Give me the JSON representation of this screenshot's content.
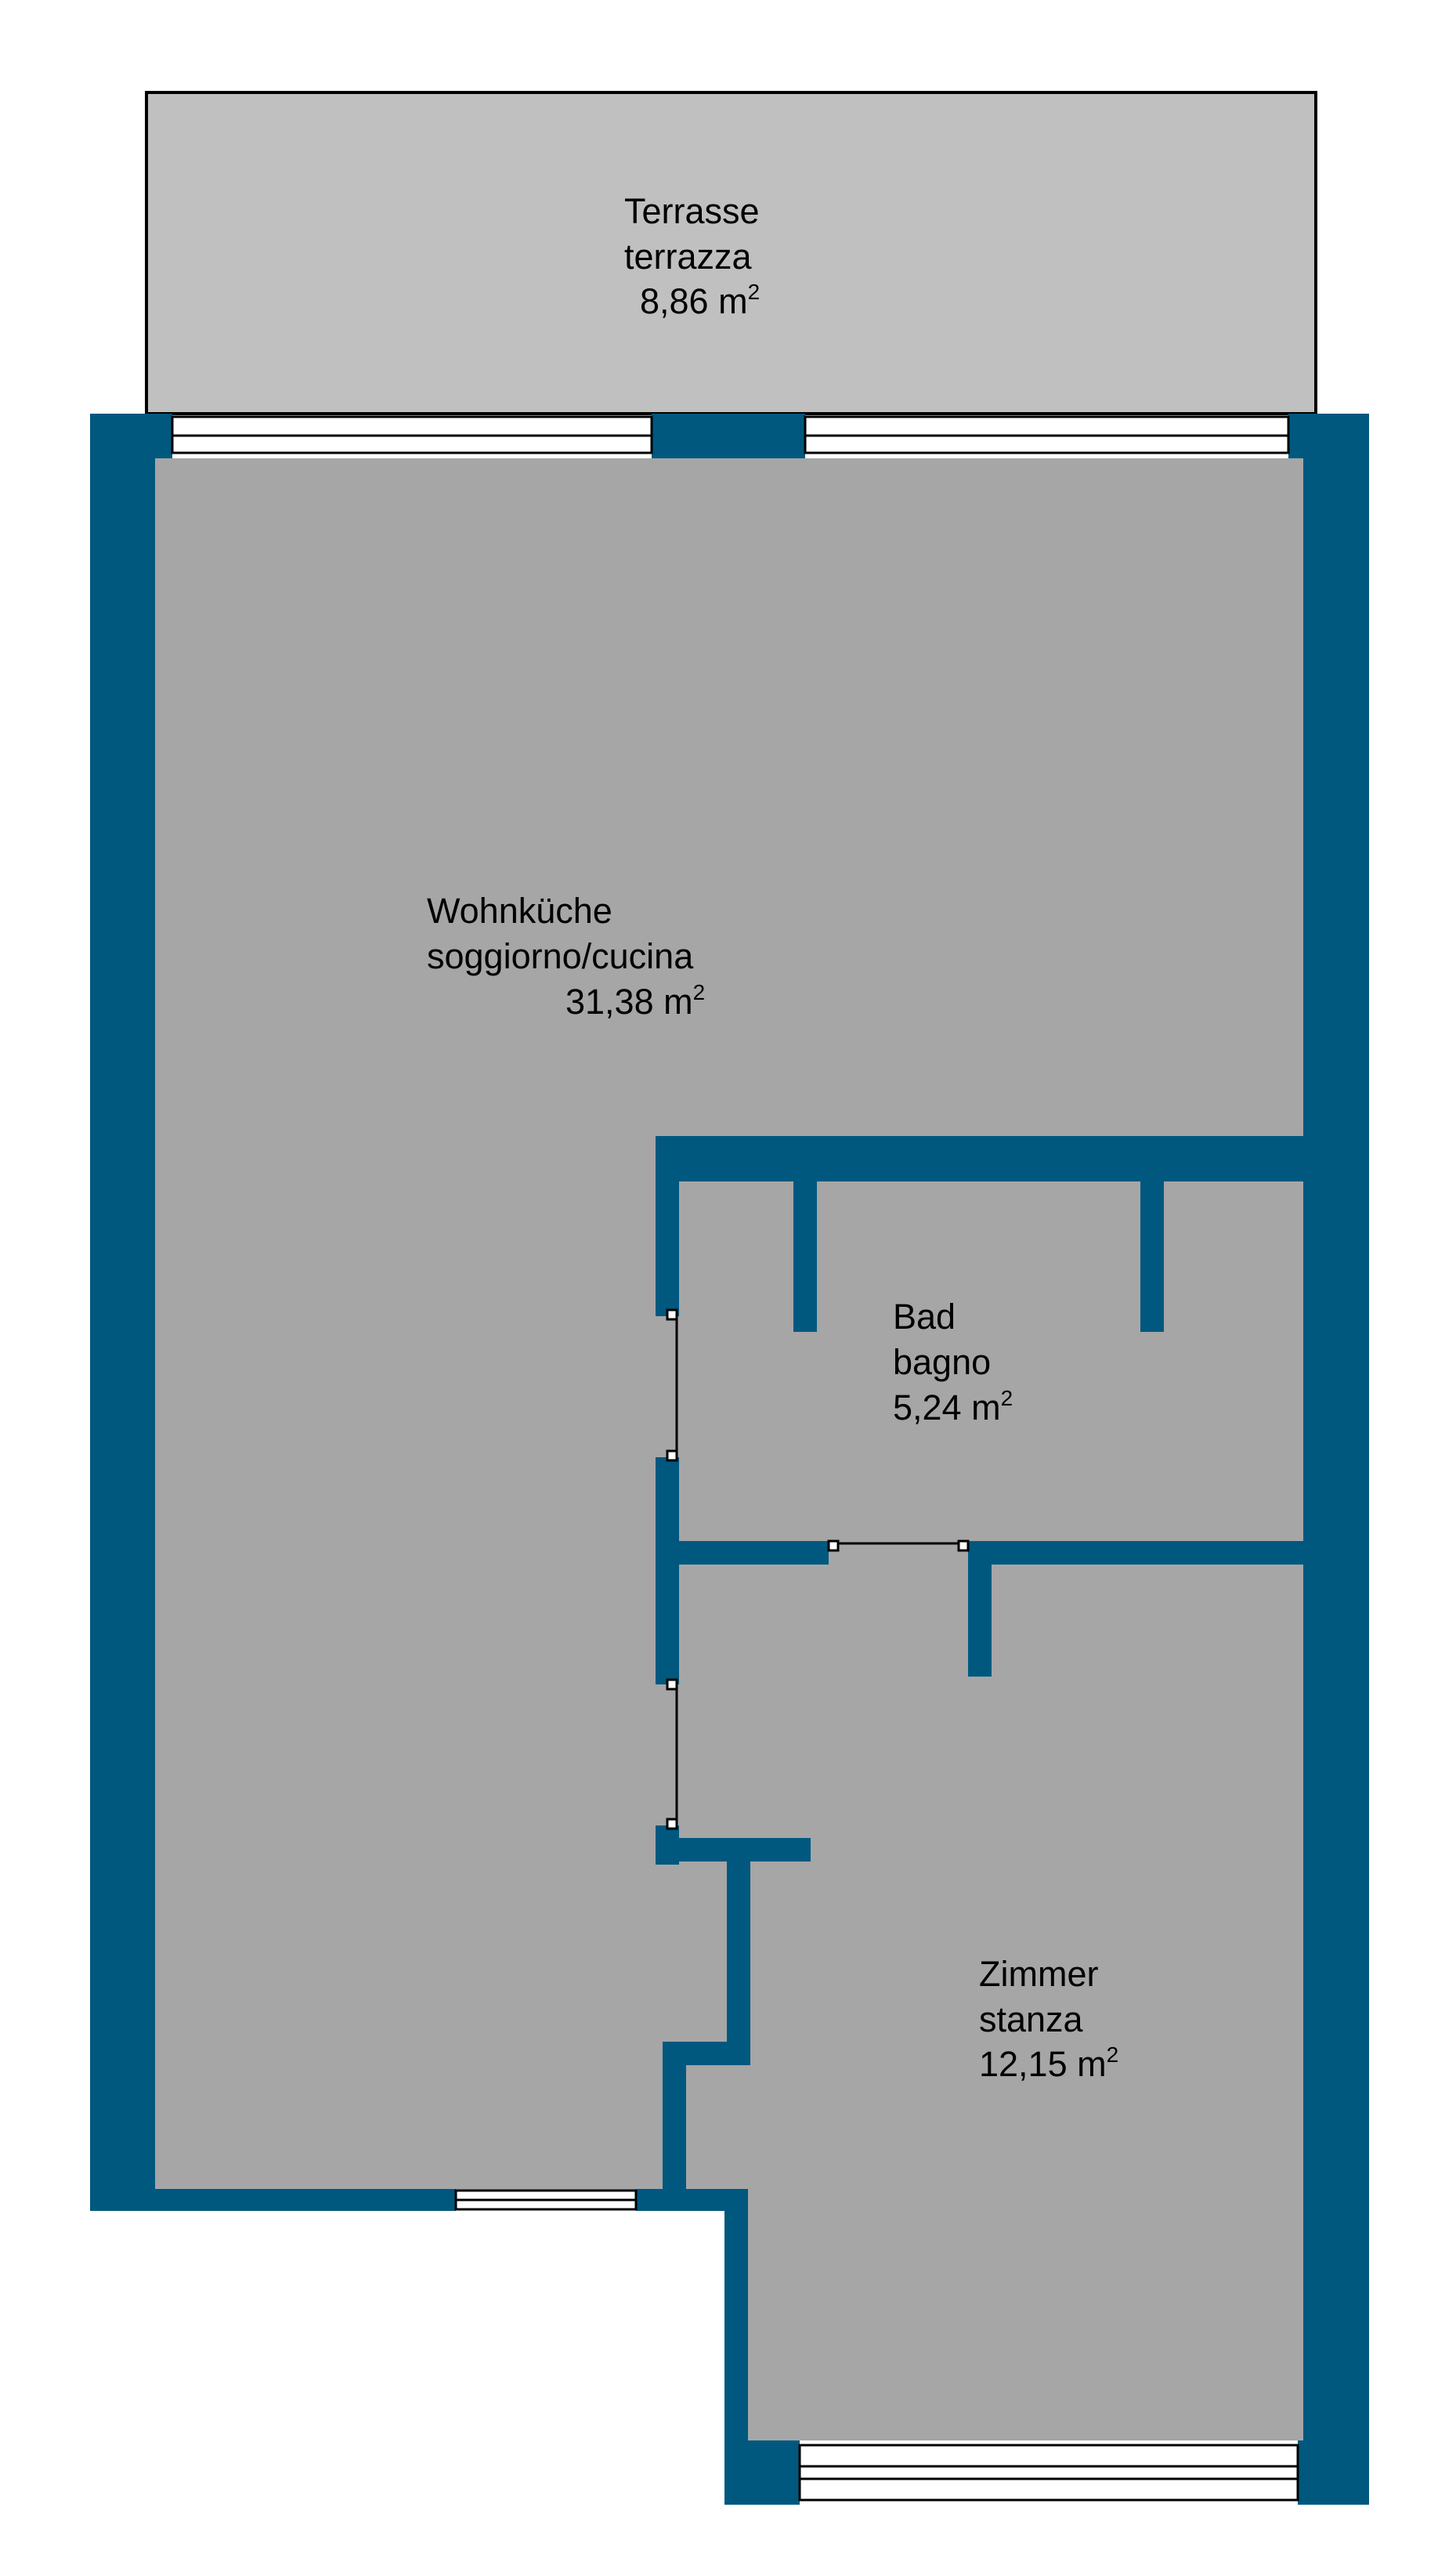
{
  "colors": {
    "wall": "#00587f",
    "floor": "#a6a6a6",
    "terrace": "#c0c0c0",
    "outline": "#000000",
    "background": "#ffffff"
  },
  "rooms": {
    "terrace": {
      "label_de": "Terrasse",
      "label_it": "terrazza",
      "area": "8,86 m",
      "unit_exp": "2"
    },
    "living": {
      "label_de": "Wohnküche",
      "label_it": "soggiorno/cucina",
      "area": "31,38 m",
      "unit_exp": "2"
    },
    "bath": {
      "label_de": "Bad",
      "label_it": "bagno",
      "area": "5,24 m",
      "unit_exp": "2"
    },
    "room": {
      "label_de": "Zimmer",
      "label_it": "stanza",
      "area": "12,15 m",
      "unit_exp": "2"
    }
  }
}
